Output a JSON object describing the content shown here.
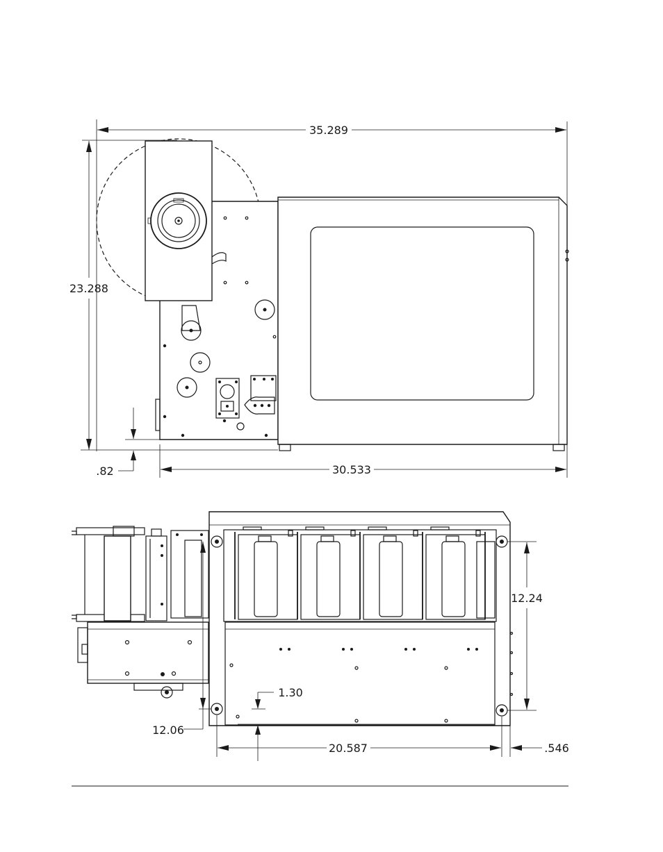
{
  "dimensions": {
    "overall_width": "35.289",
    "overall_height": "23.288",
    "base_offset": ".82",
    "cabinet_width": "30.533",
    "depth": "12.24",
    "front_inset": "1.30",
    "applicator_depth": "12.06",
    "rack_width": "20.587",
    "rear_offset": ".546"
  }
}
